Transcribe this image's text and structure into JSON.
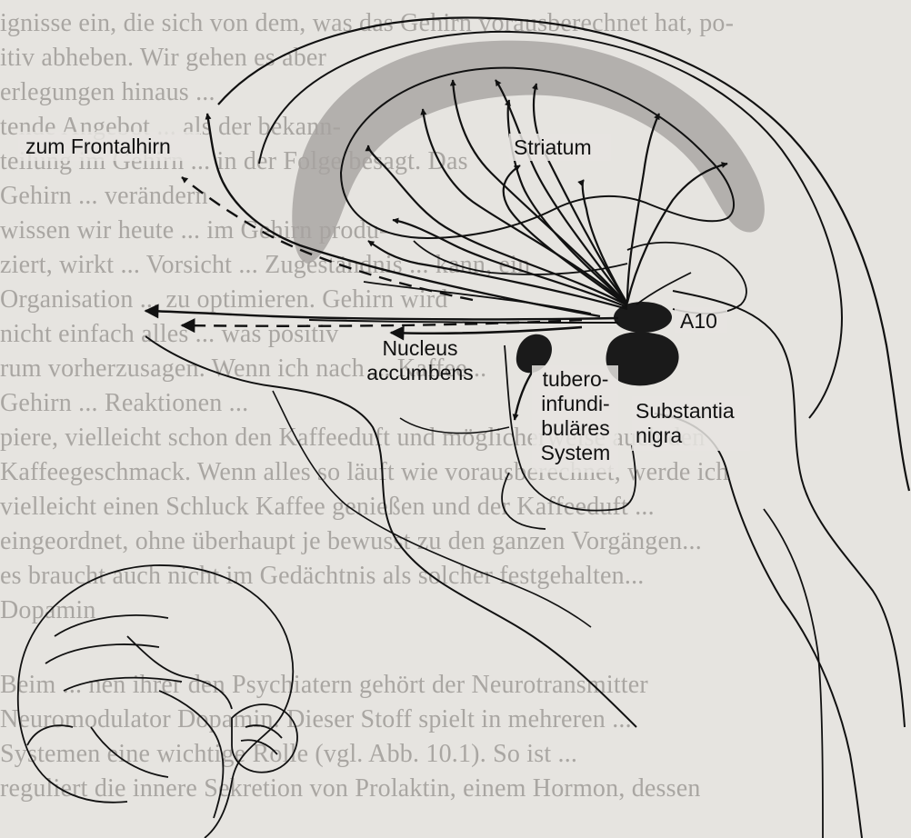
{
  "labels": {
    "frontal": "zum Frontalhirn",
    "striatum": "Striatum",
    "a10": "A10",
    "nucleus": [
      "Nucleus",
      "accumbens"
    ],
    "tubero": [
      "tubero-",
      "infundi-",
      "buläres",
      "System"
    ],
    "substantia": [
      "Substantia",
      "nigra"
    ]
  },
  "page_text": [
    "ignisse ein, die sich von dem, was das Gehirn vorausberechnet hat, po-",
    "itiv abheben. Wir gehen es aber",
    "erlegungen hinaus ...",
    "tende Angebot ... als der bekann-",
    "teilung im Gehirn ... in der Folge besagt. Das",
    "Gehirn ... verändern",
    "wissen wir heute ... im Gehirn produ-",
    "ziert, wirkt ... Vorsicht ... Zugeständnis ... kann, ein",
    "Organisation ... zu optimieren. Gehirn wird",
    "nicht einfach alles ... was positiv",
    "rum vorherzusagen. Wenn ich nach ... Kaffee...",
    "Gehirn ... Reaktionen ...",
    "piere, vielleicht schon den Kaffeeduft und möglicherweise auch den",
    "Kaffeegeschmack. Wenn alles so läuft wie vorausberechnet, werde ich",
    "vielleicht einen Schluck Kaffee genießen und der Kaffeeduft ...",
    "eingeordnet, ohne überhaupt je bewusst zu den ganzen Vorgängen...",
    "es braucht auch nicht im Gedächtnis als solcher festgehalten...",
    "Dopamin",
    "Beim ... nen ihrer den Psychiatern gehört der Neurotransmitter",
    "Neuromodulator Dopamin. Dieser Stoff spielt in mehreren ...",
    "Systemen eine wichtige Rolle (vgl. Abb. 10.1). So ist ...",
    "reguliert die innere Sekretion von Prolaktin, einem Hormon, dessen"
  ]
}
